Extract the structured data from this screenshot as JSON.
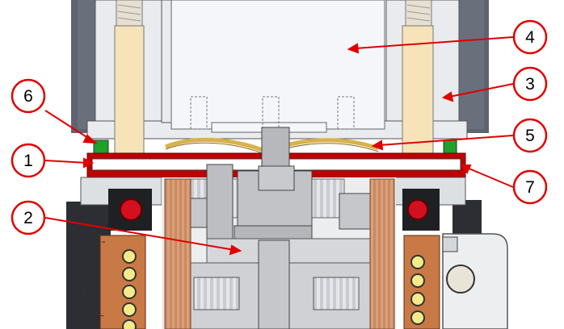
{
  "callouts": [
    {
      "number": "1"
    },
    {
      "number": "2"
    },
    {
      "number": "3"
    },
    {
      "number": "4"
    },
    {
      "number": "5"
    },
    {
      "number": "6"
    },
    {
      "number": "7"
    }
  ],
  "colors": {
    "housing": "#5a5f6b",
    "frame_light": "#e9ebee",
    "ivory_spacer": "#f6e3b8",
    "glass_block": "#f2f4f7",
    "circuit_board_red": "#c00000",
    "copper_coil": "#c97945",
    "callout_red": "#e00000",
    "green_marker": "#1fa12a",
    "gold_spring": "#d8b24a"
  }
}
